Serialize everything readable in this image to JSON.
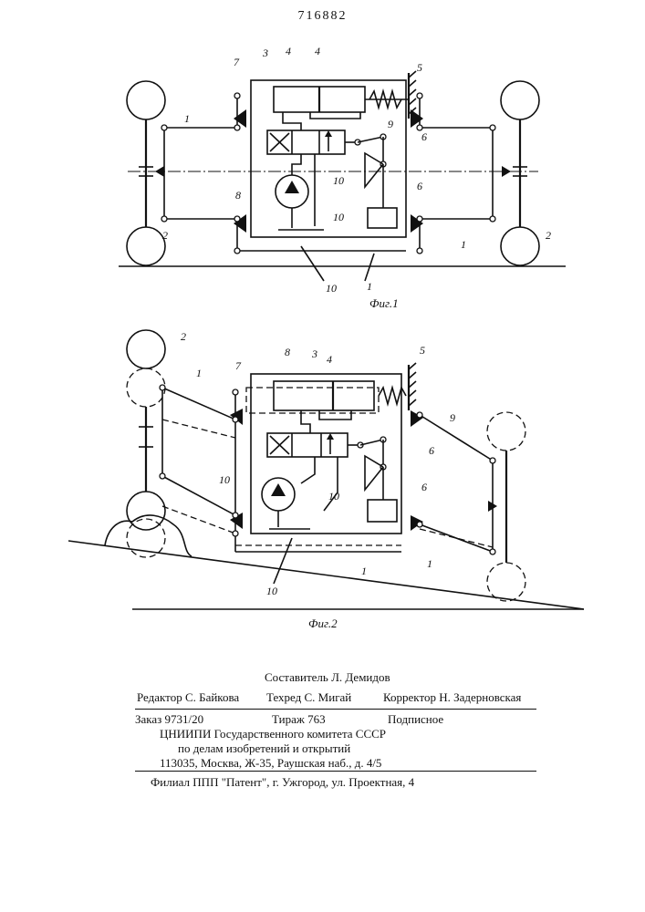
{
  "header": {
    "patent_number": "716882"
  },
  "figures": {
    "fig1": {
      "caption": "Фиг.1",
      "labels": {
        "l1a": "1",
        "l1b": "1",
        "l1c": "1",
        "l2a": "2",
        "l2b": "2",
        "l3": "3",
        "l4": "4",
        "l5": "5",
        "l6a": "6",
        "l6b": "6",
        "l7": "7",
        "l8": "8",
        "l9": "9",
        "l10a": "10",
        "l10b": "10",
        "l10c": "10"
      }
    },
    "fig2": {
      "caption": "Фиг.2",
      "labels": {
        "l1a": "1",
        "l1b": "1",
        "l1c": "1",
        "l2": "2",
        "l3": "3",
        "l4": "4",
        "l5": "5",
        "l6a": "6",
        "l6b": "6",
        "l7": "7",
        "l8": "8",
        "l9": "9",
        "l10a": "10",
        "l10b": "10",
        "l10c": "10"
      }
    }
  },
  "imprint": {
    "compiler": "Составитель Л. Демидов",
    "editor": "Редактор С. Байкова",
    "techred": "Техред С. Мигай",
    "corrector": "Корректор Н. Задерновская",
    "order": "Заказ 9731/20",
    "circulation": "Тираж 763",
    "subscription": "Подписное",
    "org_line1": "ЦНИИПИ Государственного комитета СССР",
    "org_line2": "по делам изобретений и открытий",
    "address": "113035, Москва, Ж-35, Раушская наб., д. 4/5",
    "branch": "Филиал ППП \"Патент\", г. Ужгород, ул. Проектная, 4"
  }
}
